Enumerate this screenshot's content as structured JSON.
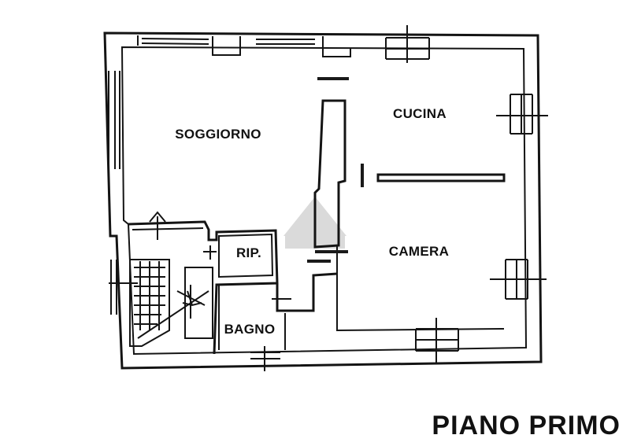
{
  "plan": {
    "title": "PIANO PRIMO",
    "rooms": {
      "soggiorno": "SOGGIORNO",
      "cucina": "CUCINA",
      "rip": "RIP.",
      "camera": "CAMERA",
      "bagno": "BAGNO"
    }
  },
  "colors": {
    "wall": "#141414",
    "background": "#ffffff"
  }
}
